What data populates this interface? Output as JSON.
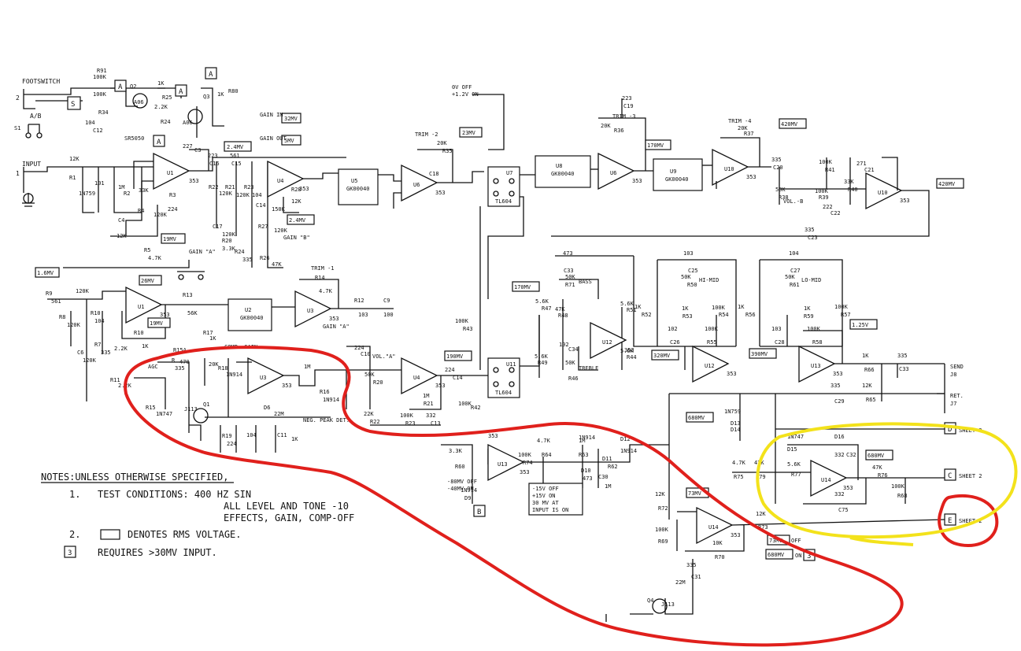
{
  "inputs": {
    "footswitch": "FOOTSWITCH",
    "ab": "A/B",
    "s1": "S1",
    "input": "INPUT",
    "pin1": "1",
    "pin2": "2",
    "s_tag": "S"
  },
  "opamps": [
    {
      "id": "u1a",
      "label": "U1",
      "part": "353"
    },
    {
      "id": "u4a",
      "label": "U4",
      "part": "353"
    },
    {
      "id": "u6a",
      "label": "U6",
      "part": "353"
    },
    {
      "id": "u6b",
      "label": "U6",
      "part": "353"
    },
    {
      "id": "u10a",
      "label": "U10",
      "part": "353"
    },
    {
      "id": "u10b",
      "label": "U10",
      "part": "353"
    },
    {
      "id": "u1b",
      "label": "U1",
      "part": "353"
    },
    {
      "id": "u3a",
      "label": "U3",
      "part": "353"
    },
    {
      "id": "u3b",
      "label": "U3",
      "part": "353"
    },
    {
      "id": "u4b",
      "label": "U4",
      "part": "353"
    },
    {
      "id": "u12a",
      "label": "U12",
      "part": "353"
    },
    {
      "id": "u12b",
      "label": "U12",
      "part": "353"
    },
    {
      "id": "u13a",
      "label": "U13",
      "part": "353"
    },
    {
      "id": "u13b",
      "label": "U13",
      "part": "353"
    },
    {
      "id": "u14a",
      "label": "U14",
      "part": "353"
    },
    {
      "id": "u14b",
      "label": "U14",
      "part": "353"
    }
  ],
  "chips": [
    {
      "id": "u5",
      "label": "U5",
      "part": "GK00040"
    },
    {
      "id": "u8",
      "label": "U8",
      "part": "GK00040"
    },
    {
      "id": "u9",
      "label": "U9",
      "part": "GK00040"
    },
    {
      "id": "u2",
      "label": "U2",
      "part": "GK00040"
    }
  ],
  "switches": [
    {
      "id": "u7",
      "label": "U7",
      "part": "TL604"
    },
    {
      "id": "u11",
      "label": "U11",
      "part": "TL604"
    }
  ],
  "voltages": [
    "32MV",
    "5MV",
    "2.4MV",
    "23MV",
    "170MV",
    "420MV",
    "420MV",
    "19MV",
    "1.6MV",
    "26MV",
    "19MV",
    "2.4MV",
    "170MV",
    "190MV",
    "320MV",
    "390MV",
    "1.25V",
    "680MV",
    "680MV",
    "73MV",
    "73MV",
    "680MV"
  ],
  "labels": {
    "gain_in": "GAIN IN",
    "gain_out": "GAIN OUT",
    "ov_off": "0V OFF",
    "v_on": "+1.2V ON",
    "trim1": "TRIM -1",
    "trim2": "TRIM -2",
    "trim3": "TRIM -3",
    "trim4": "TRIM -4",
    "vol_b": "VOL.-B",
    "vol_a": "VOL.\"A\"",
    "gain_a1": "GAIN \"A\"",
    "gain_a2": "GAIN \"A\"",
    "gain_b": "GAIN \"B\"",
    "comp_gain": "COMP. GAIN",
    "agc": "AGC",
    "neg_peak": "NEG. PEAK DET.",
    "bass": "BASS",
    "treble": "TREBLE",
    "hi_mid": "HI-MID",
    "lo_mid": "LO-MID",
    "send": "SEND",
    "j8": "J8",
    "ret": "RET.",
    "j7": "J7",
    "sheet_d": "SHEET 2",
    "sheet_c": "SHEET 2",
    "sheet_e": "SHEET 2",
    "off": "OFF",
    "on": "ON",
    "mv80_off": "-80MV OFF",
    "mv40_on": "-40MV ON",
    "v15_off": "-15V OFF",
    "v15_on": "+15V ON",
    "mv30": "30 MV AT",
    "input_on": "INPUT IS ON",
    "j113a": "J113",
    "j113b": "J113",
    "q1": "Q1",
    "q2": "Q2",
    "q3": "Q3",
    "q4": "Q4"
  },
  "components": [
    "100K",
    "R91",
    "100K",
    "R34",
    "1K",
    "R25",
    "2.2K",
    "R24",
    "1K",
    "R80",
    "A06",
    "A06",
    "104",
    "C12",
    "SR5050",
    "227",
    "C3",
    "223",
    "C16",
    "561",
    "C15",
    "12K",
    "R1",
    "1N759",
    "101",
    "1M",
    "R2",
    "33K",
    "R3",
    "224",
    "C4",
    "12K",
    "R4",
    "120K",
    "R22",
    "120K",
    "R21",
    "120K",
    "R23",
    "104",
    "C17",
    "120K",
    "R20",
    "3.3K",
    "R24",
    "335",
    "C14",
    "150K",
    "R28",
    "12K",
    "R27",
    "120K",
    "R26",
    "47K",
    "R5",
    "4.7K",
    "R9",
    "561",
    "120K",
    "R8",
    "120K",
    "R10",
    "104",
    "C6",
    "120K",
    "R7",
    "335",
    "2.2K",
    "R11",
    "2.2K",
    "R13",
    "56K",
    "R10",
    "1K",
    "R17",
    "1K",
    "R14",
    "4.7K",
    "R12",
    "103",
    "C9",
    "100",
    "R15A",
    "470",
    "R15",
    "1N747",
    "20K",
    "R18",
    "1N914",
    "1M",
    "R16",
    "1N914",
    "D6",
    "22M",
    "R19",
    "224",
    "104",
    "C11",
    "1K",
    "R",
    "335",
    "C18",
    "20K",
    "R35",
    "22K",
    "R22",
    "100K",
    "R23",
    "1M",
    "R21",
    "332",
    "C13",
    "224",
    "C14",
    "50K",
    "R20",
    "100K",
    "R42",
    "224",
    "C10",
    "100K",
    "R43",
    "223",
    "C19",
    "20K",
    "R36",
    "20K",
    "R37",
    "335",
    "C20",
    "50K",
    "R38",
    "100K",
    "R39",
    "33K",
    "R40",
    "100K",
    "R41",
    "271",
    "C21",
    "222",
    "C22",
    "335",
    "C23",
    "473",
    "C33",
    "50K",
    "R71",
    "5.6K",
    "R47",
    "47K",
    "R48",
    "5.6K",
    "R49",
    "102",
    "C34",
    "50K",
    "R46",
    "5.6K",
    "R51",
    "5.6K",
    "R44",
    "103",
    "C25",
    "50K",
    "R50",
    "1K",
    "R52",
    "102",
    "C26",
    "1K",
    "R53",
    "100K",
    "R54",
    "100K",
    "R55",
    "104",
    "C27",
    "50K",
    "R61",
    "1K",
    "R56",
    "103",
    "C28",
    "1K",
    "R59",
    "100K",
    "R57",
    "100K",
    "R58",
    "1K",
    "R66",
    "335",
    "C33",
    "335",
    "C29",
    "12K",
    "R65",
    "1N759",
    "D13",
    "D14",
    "353",
    "3.3K",
    "R60",
    "4.7K",
    "R64",
    "1M",
    "R63",
    "1N914",
    "D12",
    "1N914",
    "D10",
    "473",
    "D11",
    "C30",
    "1M",
    "R62",
    "1N914",
    "D9",
    "100K",
    "R74",
    "1N747",
    "D15",
    "D16",
    "332",
    "C32",
    "4.7K",
    "R75",
    "47K",
    "R79",
    "5.6K",
    "R77",
    "47K",
    "R76",
    "332",
    "C75",
    "100K",
    "R68",
    "12K",
    "R72",
    "100K",
    "R69",
    "10K",
    "R70",
    "12K",
    "R73",
    "335",
    "C31",
    "22M"
  ],
  "notes": {
    "heading": "NOTES:UNLESS OTHERWISE SPECIFIED,",
    "n1_num": "1.",
    "n1_line1": "TEST CONDITIONS:  400 HZ SIN",
    "n1_line2": "ALL LEVEL AND TONE -10",
    "n1_line3": "EFFECTS, GAIN, COMP-OFF",
    "n2_num": "2.",
    "n2_text": "DENOTES RMS VOLTAGE.",
    "n3_num": "3",
    "n3_text": "REQUIRES >30MV INPUT."
  },
  "tags": {
    "a": "A",
    "b": "B",
    "c": "C",
    "d": "D",
    "e": "E",
    "three": "3"
  },
  "annotation_colors": {
    "red": "#e0201c",
    "yellow": "#f3e21b"
  }
}
